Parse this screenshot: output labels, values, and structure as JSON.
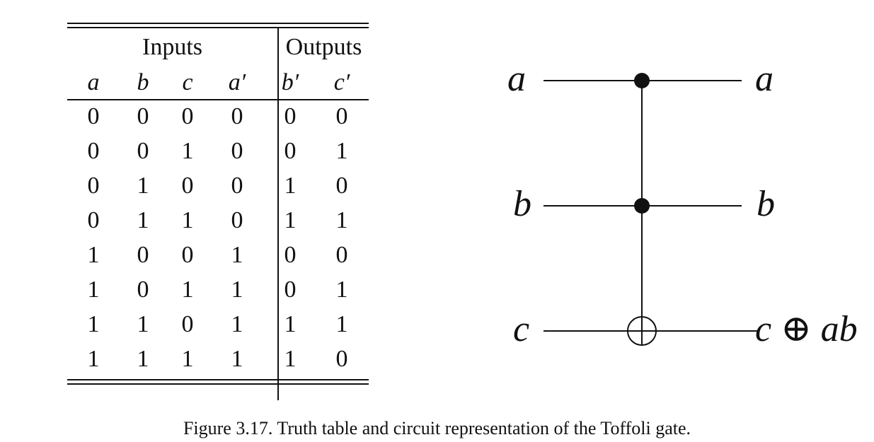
{
  "table": {
    "group_inputs": "Inputs",
    "group_outputs": "Outputs",
    "columns": [
      "a",
      "b",
      "c",
      "a′",
      "b′",
      "c′"
    ],
    "rows": [
      [
        "0",
        "0",
        "0",
        "0",
        "0",
        "0"
      ],
      [
        "0",
        "0",
        "1",
        "0",
        "0",
        "1"
      ],
      [
        "0",
        "1",
        "0",
        "0",
        "1",
        "0"
      ],
      [
        "0",
        "1",
        "1",
        "0",
        "1",
        "1"
      ],
      [
        "1",
        "0",
        "0",
        "1",
        "0",
        "0"
      ],
      [
        "1",
        "0",
        "1",
        "1",
        "0",
        "1"
      ],
      [
        "1",
        "1",
        "0",
        "1",
        "1",
        "1"
      ],
      [
        "1",
        "1",
        "1",
        "1",
        "1",
        "0"
      ]
    ]
  },
  "circuit": {
    "inputs": [
      "a",
      "b",
      "c"
    ],
    "outputs": [
      "a",
      "b",
      "c ⊕ ab"
    ]
  },
  "caption": "Figure 3.17. Truth table and circuit representation of the Toffoli gate."
}
